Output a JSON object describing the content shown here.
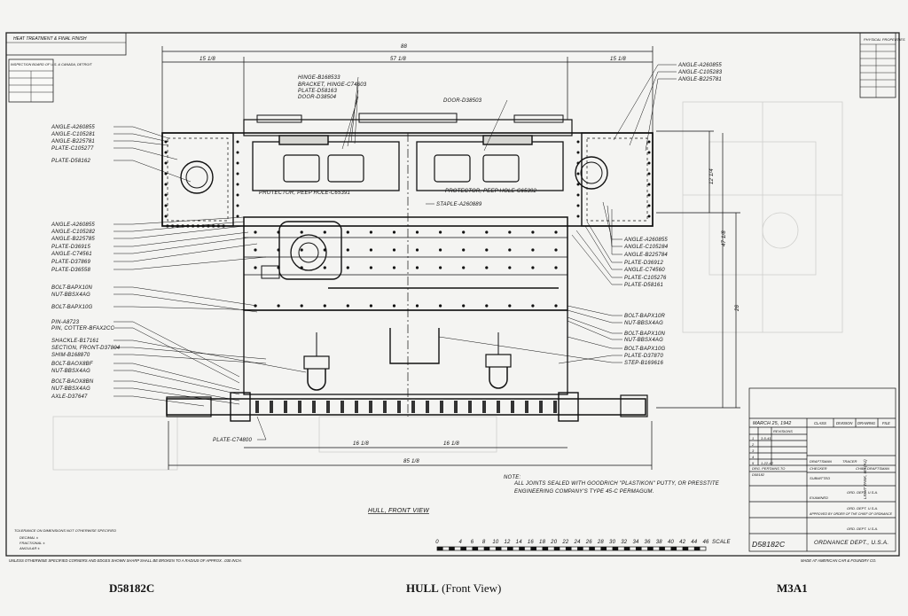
{
  "drawing": {
    "heat_treatment": "HEAT TREATMENT & FINAL FINISH",
    "inspection_board": "INSPECTION BOARD OF U.S. & CANADA, DETROIT",
    "physical_properties": "PHYSICAL PROPERTIES",
    "view_title": "HULL, FRONT VIEW",
    "note_heading": "NOTE:",
    "note_text_1": "ALL JOINTS SEALED WITH GOODRICH \"PLASTIKON\" PUTTY, OR PRESSTITE",
    "note_text_2": "ENGINEERING COMPANY'S TYPE 45-C PERMAGUM.",
    "tolerance_note": "TOLERANCE ON DIMENSIONS NOT OTHERWISE SPECIFIED",
    "tolerance_decimal": "DECIMAL ±",
    "tolerance_fractional": "FRACTIONAL ±",
    "tolerance_angular": "ANGULAR ±",
    "corner_note": "UNLESS OTHERWISE SPECIFIED CORNERS AND EDGES SHOWN SHARP SHALL BE BROKEN TO A RADIUS OF APPROX. .030 INCH.",
    "made_at": "MADE AT AMERICAN CAR & FOUNDRY CO.",
    "scale_label": "SCALE",
    "scale_ticks": [
      "0",
      "4",
      "6",
      "8",
      "10",
      "12",
      "14",
      "16",
      "18",
      "20",
      "22",
      "24",
      "26",
      "28",
      "30",
      "32",
      "34",
      "36",
      "38",
      "40",
      "42",
      "44",
      "46"
    ],
    "dimensions": {
      "overall_width": "88",
      "top_left": "15 1/8",
      "top_center": "57 1/8",
      "top_right": "15 1/8",
      "bottom_left": "16 1/8",
      "bottom_right": "16 1/8",
      "bottom_total": "85 1/8",
      "right_1": "12 1/4",
      "right_2": "47 1/8",
      "right_3": "26"
    },
    "labels_left": [
      "ANGLE-A260855",
      "ANGLE-C105281",
      "ANGLE-B225781",
      "PLATE-C105277",
      "PLATE-D58162",
      "ANGLE-A260855",
      "ANGLE-C105282",
      "ANGLE-B225785",
      "PLATE-D36915",
      "ANGLE-C74561",
      "PLATE-D37869",
      "PLATE-D36558",
      "BOLT-BAPX10N",
      "NUT-BBSX4AG",
      "BOLT-BAPX10G",
      "PIN-A8723",
      "PIN, COTTER-BFAX2CC",
      "SHACKLE-B17161",
      "SECTION, FRONT-D37804",
      "SHIM-B168870",
      "BOLT-BAOX8BF",
      "NUT-BBSX4AG",
      "BOLT-BAOX8BN",
      "NUT-BBSX4AG",
      "AXLE-D37647",
      "PLATE-C74800"
    ],
    "labels_top": [
      "HINGE-B168533",
      "BRACKET, HINGE-C74603",
      "PLATE-D58163",
      "DOOR-D38504",
      "DOOR-D38503"
    ],
    "labels_top_right": [
      "ANGLE-A260855",
      "ANGLE-C105283",
      "ANGLE-B225781"
    ],
    "labels_inner": [
      "PROTECTOR, PEEP HOLE-C65391",
      "PROTECTOR, PEEP HOLE-C65392",
      "STAPLE-A260889"
    ],
    "labels_right": [
      "ANGLE-A260855",
      "ANGLE-C105284",
      "ANGLE-B225784",
      "PLATE-D36912",
      "ANGLE-C74560",
      "PLATE-C105276",
      "PLATE-D58161",
      "BOLT-BAPX10R",
      "NUT-BBSX4AG",
      "BOLT-BAPX10N",
      "NUT-BBSX4AG",
      "BOLT-BAPX10G",
      "PLATE-D37870",
      "STEP-B169616"
    ],
    "title_block": {
      "date": "MARCH 25, 1942",
      "class_col": "CLASS",
      "division_col": "DIVISION",
      "drawing_col": "DRAWING",
      "file_col": "FILE",
      "revisions": "REVISIONS",
      "rev_rows": [
        "1",
        "2",
        "3",
        "4",
        "5"
      ],
      "rev_dates": [
        "3-5-41",
        "",
        "",
        "",
        "1-22-42"
      ],
      "drg_pertains": "DRG. PERTAINS TO",
      "pertains_no": "D58182",
      "draftsman": "DRAFTSMAN",
      "tracer": "TRACER",
      "checker": "CHECKER",
      "chief_draftsman": "CHIEF DRAFTSMAN",
      "submitted": "SUBMITTED",
      "ord_dept": "ORD. DEPT. U.S.A.",
      "examined": "EXAMINED",
      "approved": "APPROVED BY ORDER OF THE CHIEF OF ORDNANCE",
      "drawing_no": "D58182C",
      "ordnance": "ORDNANCE DEPT., U.S.A.",
      "side_text": "LIGHT TANK, M3 (A1)"
    }
  },
  "caption": {
    "left": "D58182C",
    "title_bold": "HULL",
    "title_rest": "(Front View)",
    "right": "M3A1"
  }
}
